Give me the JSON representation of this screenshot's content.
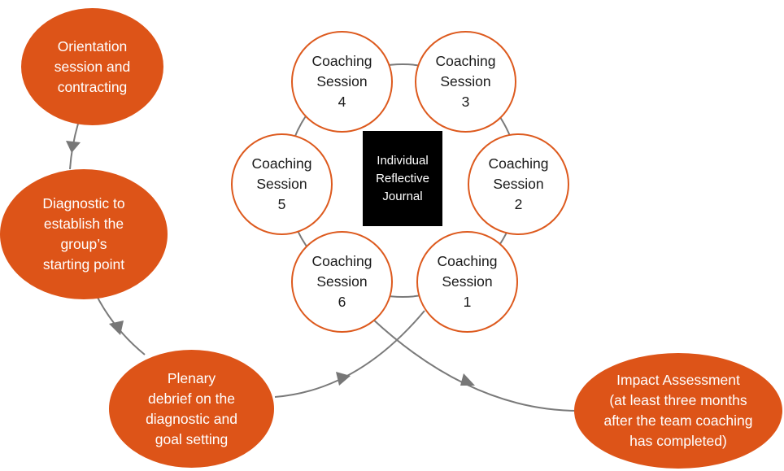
{
  "stages": {
    "orientation": "Orientation\nsession and\ncontracting",
    "diagnostic": "Diagnostic to\nestablish the\ngroup’s\nstarting point",
    "plenary": "Plenary\ndebrief on the\ndiagnostic and\ngoal setting",
    "impact": "Impact Assessment\n(at least three months\nafter the team coaching\nhas completed)"
  },
  "sessions": {
    "s1": "Coaching\nSession\n1",
    "s2": "Coaching\nSession\n2",
    "s3": "Coaching\nSession\n3",
    "s4": "Coaching\nSession\n4",
    "s5": "Coaching\nSession\n5",
    "s6": "Coaching\nSession\n6"
  },
  "center": "Individual\nReflective\nJournal",
  "colors": {
    "accent": "#dd5418",
    "connector": "#777777",
    "journal": "#000000"
  }
}
